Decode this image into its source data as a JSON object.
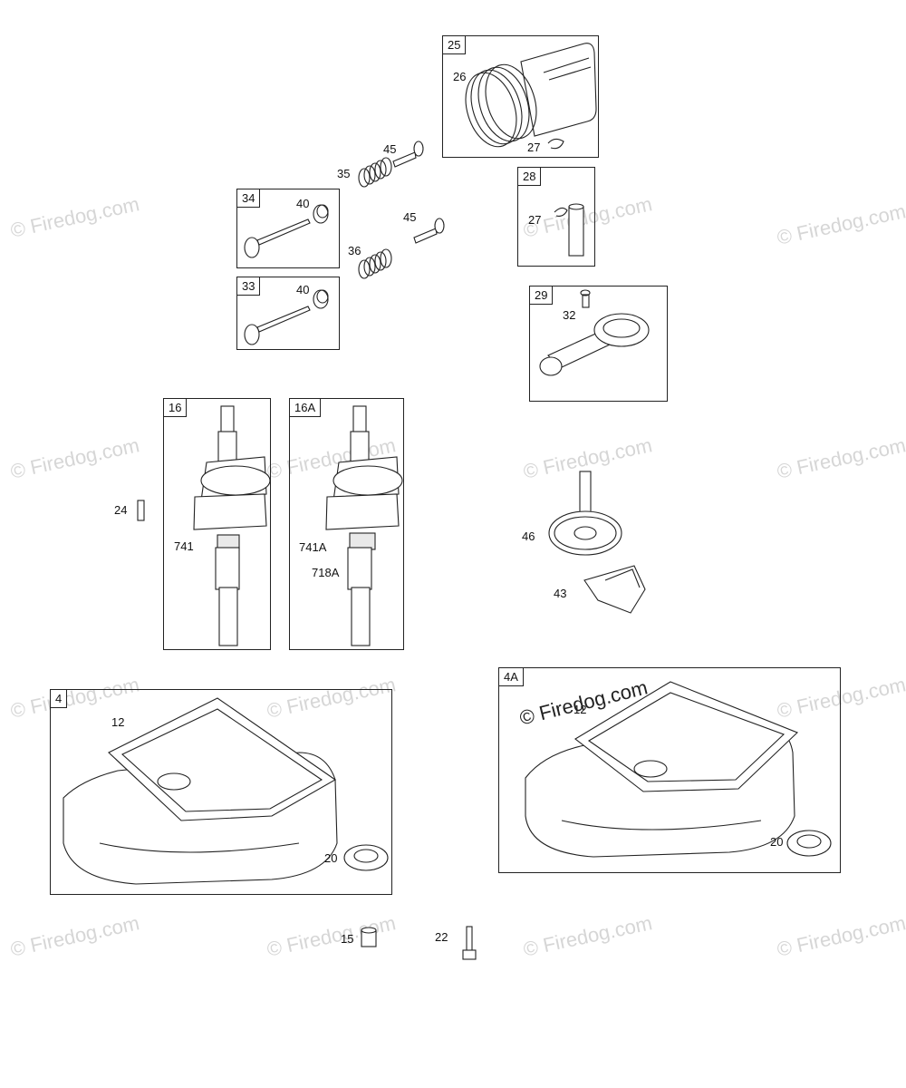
{
  "watermark": {
    "text": "© Firedog.com",
    "prominent_text": "© Firedog.com"
  },
  "boxes": {
    "b25": "25",
    "b28": "28",
    "b34": "34",
    "b33": "33",
    "b29": "29",
    "b16": "16",
    "b16a": "16A",
    "b4": "4",
    "b4a": "4A"
  },
  "labels": {
    "l26": "26",
    "l27a": "27",
    "l45a": "45",
    "l35": "35",
    "l40a": "40",
    "l45b": "45",
    "l27b": "27",
    "l36": "36",
    "l40b": "40",
    "l32": "32",
    "l24": "24",
    "l741": "741",
    "l741a": "741A",
    "l718a": "718A",
    "l46": "46",
    "l43": "43",
    "l12a": "12",
    "l20a": "20",
    "l12b": "12",
    "l20b": "20",
    "l15": "15",
    "l22": "22"
  },
  "colors": {
    "line": "#222222",
    "watermark": "#d6d6d6"
  }
}
